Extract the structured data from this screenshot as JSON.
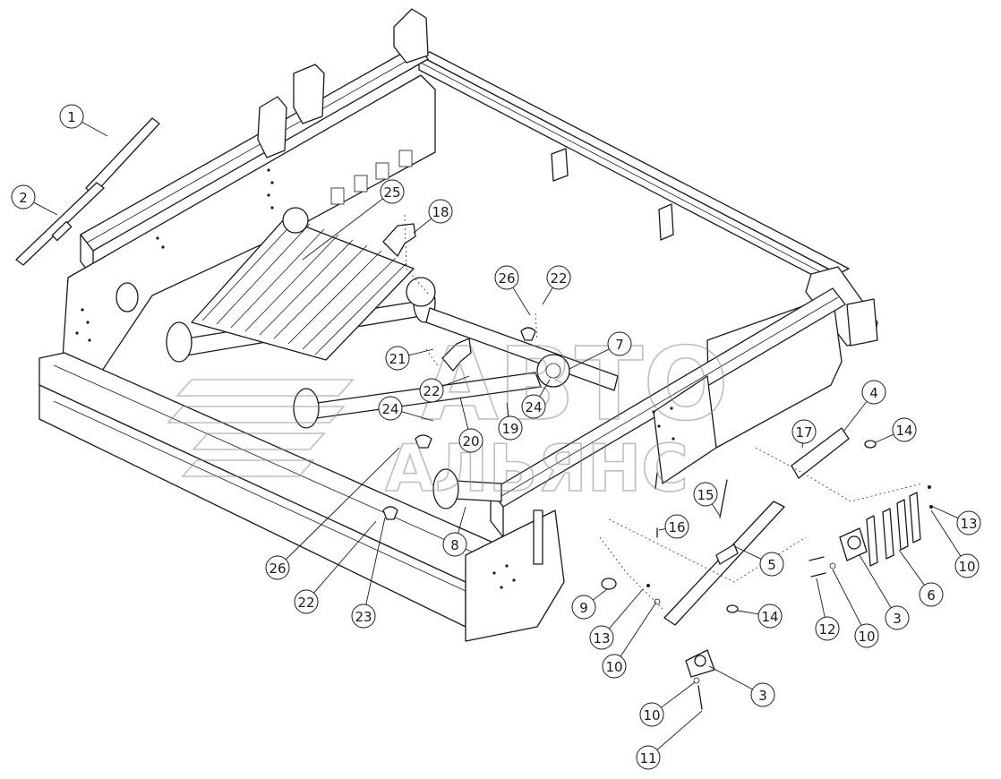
{
  "watermark": {
    "line1": "АВТО",
    "line2": "АЛЬЯНС"
  },
  "callouts": [
    {
      "id": "c1",
      "label": "1"
    },
    {
      "id": "c2",
      "label": "2"
    },
    {
      "id": "c18",
      "label": "18"
    },
    {
      "id": "c25",
      "label": "25"
    },
    {
      "id": "c26a",
      "label": "26"
    },
    {
      "id": "c22a",
      "label": "22"
    },
    {
      "id": "c21",
      "label": "21"
    },
    {
      "id": "c22b",
      "label": "22"
    },
    {
      "id": "c24a",
      "label": "24"
    },
    {
      "id": "c24b",
      "label": "24"
    },
    {
      "id": "c20",
      "label": "20"
    },
    {
      "id": "c19",
      "label": "19"
    },
    {
      "id": "c7",
      "label": "7"
    },
    {
      "id": "c4",
      "label": "4"
    },
    {
      "id": "c14a",
      "label": "14"
    },
    {
      "id": "c17",
      "label": "17"
    },
    {
      "id": "c15",
      "label": "15"
    },
    {
      "id": "c16",
      "label": "16"
    },
    {
      "id": "c13a",
      "label": "13"
    },
    {
      "id": "c10a",
      "label": "10"
    },
    {
      "id": "c6",
      "label": "6"
    },
    {
      "id": "c3a",
      "label": "3"
    },
    {
      "id": "c12",
      "label": "12"
    },
    {
      "id": "c10b",
      "label": "10"
    },
    {
      "id": "c5",
      "label": "5"
    },
    {
      "id": "c8",
      "label": "8"
    },
    {
      "id": "c26b",
      "label": "26"
    },
    {
      "id": "c22c",
      "label": "22"
    },
    {
      "id": "c23",
      "label": "23"
    },
    {
      "id": "c9",
      "label": "9"
    },
    {
      "id": "c13b",
      "label": "13"
    },
    {
      "id": "c10c",
      "label": "10"
    },
    {
      "id": "c14b",
      "label": "14"
    },
    {
      "id": "c3b",
      "label": "3"
    },
    {
      "id": "c10d",
      "label": "10"
    },
    {
      "id": "c11",
      "label": "11"
    }
  ]
}
